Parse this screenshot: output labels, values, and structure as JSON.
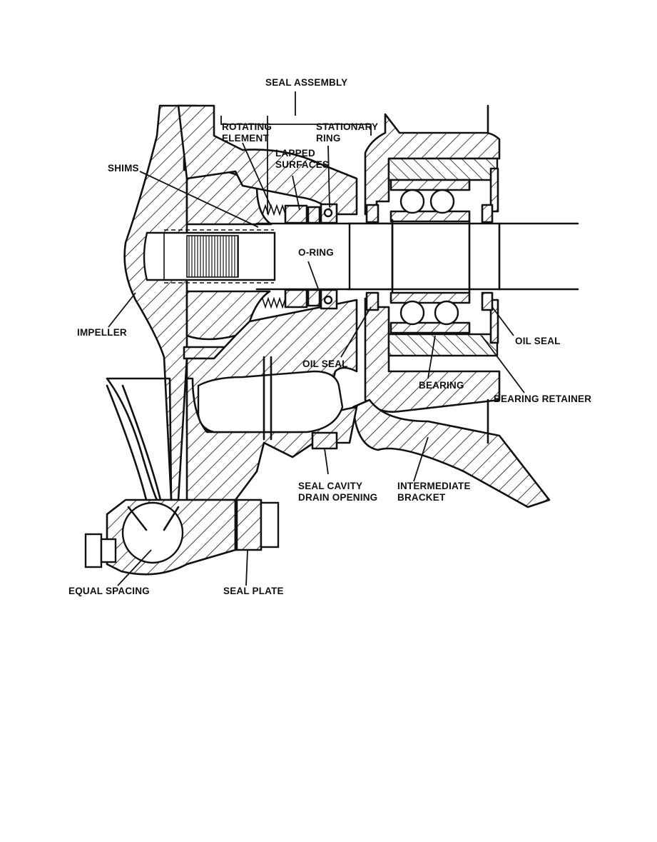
{
  "labels": {
    "seal_assembly": "SEAL ASSEMBLY",
    "rotating_element_line1": "ROTATING",
    "rotating_element_line2": "ELEMENT",
    "stationary_ring_line1": "STATIONARY",
    "stationary_ring_line2": "RING",
    "lapped_surfaces_line1": "LAPPED",
    "lapped_surfaces_line2": "SURFACES",
    "shims": "SHIMS",
    "o_ring": "O-RING",
    "impeller": "IMPELLER",
    "oil_seal_center": "OIL SEAL",
    "oil_seal_right": "OIL SEAL",
    "bearing": "BEARING",
    "bearing_retainer": "BEARING RETAINER",
    "seal_cavity_line1": "SEAL CAVITY",
    "seal_cavity_line2": "DRAIN OPENING",
    "intermediate_bracket_line1": "INTERMEDIATE",
    "intermediate_bracket_line2": "BRACKET",
    "equal_spacing": "EQUAL SPACING",
    "seal_plate": "SEAL PLATE"
  }
}
